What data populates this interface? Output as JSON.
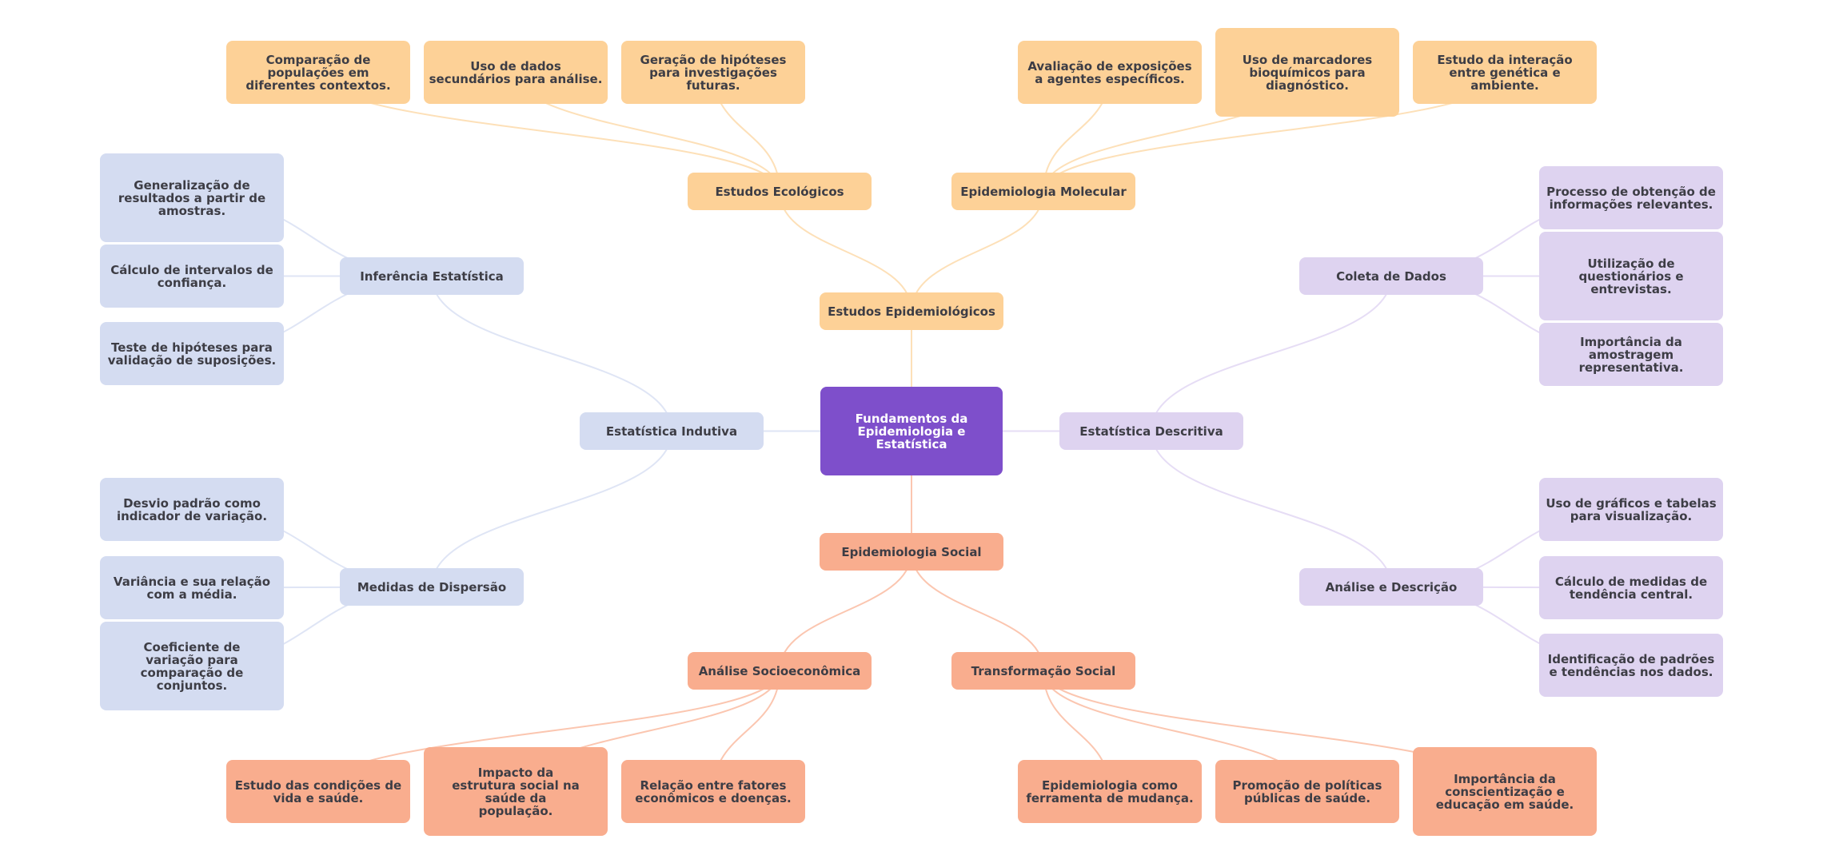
{
  "title": "Fundamentos da Epidemiologia e Estatística",
  "colors": {
    "root": "#7e4fcb",
    "epidemiological": "#fdd197",
    "social": "#f9ad8e",
    "inductive": "#d4dcf1",
    "descriptive": "#ded3f0",
    "edge_orange": "#fde0b8",
    "edge_salmon": "#fbc6b0",
    "edge_blue": "#dfe5f5",
    "edge_purple": "#e6ddf5"
  },
  "root": {
    "label": "Fundamentos da Epidemiologia e Estatística"
  },
  "branches": {
    "estudos": {
      "label": "Estudos Epidemiológicos",
      "ecologicos": {
        "label": "Estudos Ecológicos",
        "leaves": [
          "Comparação de populações em diferentes contextos.",
          "Uso de dados secundários para análise.",
          "Geração de hipóteses para investigações futuras."
        ]
      },
      "molecular": {
        "label": "Epidemiologia Molecular",
        "leaves": [
          "Avaliação de exposições a agentes específicos.",
          "Uso de marcadores bioquímicos para diagnóstico.",
          "Estudo da interação entre genética e ambiente."
        ]
      }
    },
    "social": {
      "label": "Epidemiologia Social",
      "socioeconomica": {
        "label": "Análise Socioeconômica",
        "leaves": [
          "Estudo das condições de vida e saúde.",
          "Impacto da estrutura social na saúde da população.",
          "Relação entre fatores econômicos e doenças."
        ]
      },
      "transformacao": {
        "label": "Transformação Social",
        "leaves": [
          "Epidemiologia como ferramenta de mudança.",
          "Promoção de políticas públicas de saúde.",
          "Importância da conscientização e educação em saúde."
        ]
      }
    },
    "indutiva": {
      "label": "Estatística Indutiva",
      "inferencia": {
        "label": "Inferência Estatística",
        "leaves": [
          "Generalização de resultados a partir de amostras.",
          "Cálculo de intervalos de confiança.",
          "Teste de hipóteses para validação de suposições."
        ]
      },
      "dispersao": {
        "label": "Medidas de Dispersão",
        "leaves": [
          "Desvio padrão como indicador de variação.",
          "Variância e sua relação com a média.",
          "Coeficiente de variação para comparação de conjuntos."
        ]
      }
    },
    "descritiva": {
      "label": "Estatística Descritiva",
      "coleta": {
        "label": "Coleta de Dados",
        "leaves": [
          "Processo de obtenção de informações relevantes.",
          "Utilização de questionários e entrevistas.",
          "Importância da amostragem representativa."
        ]
      },
      "analise": {
        "label": "Análise e Descrição",
        "leaves": [
          "Uso de gráficos e tabelas para visualização.",
          "Cálculo de medidas de tendência central.",
          "Identificação de padrões e tendências nos dados."
        ]
      }
    }
  }
}
